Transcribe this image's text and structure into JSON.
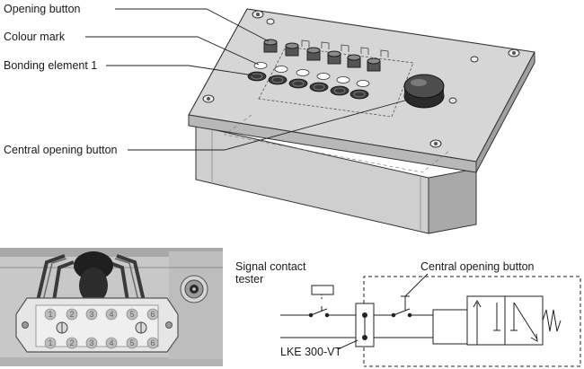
{
  "top_view": {
    "labels": {
      "opening_button": "Opening button",
      "colour_mark": "Colour mark",
      "bonding_element": "Bonding element 1",
      "central_opening_button": "Central opening button"
    },
    "button_count": 6
  },
  "connector": {
    "top_row": [
      "1",
      "2",
      "3",
      "4",
      "5",
      "6"
    ],
    "bottom_row": [
      "1",
      "2",
      "3",
      "4",
      "5",
      "6"
    ]
  },
  "circuit": {
    "signal_contact_tester": [
      "Signal contact",
      "tester"
    ],
    "central_opening_button": "Central opening button",
    "device_label": "LKE 300-VT"
  },
  "colors": {
    "line": "#222222",
    "plate": "#d4d4d4",
    "plate_edge": "#b0b0b0",
    "photo_bg": "#c9c9c9"
  }
}
